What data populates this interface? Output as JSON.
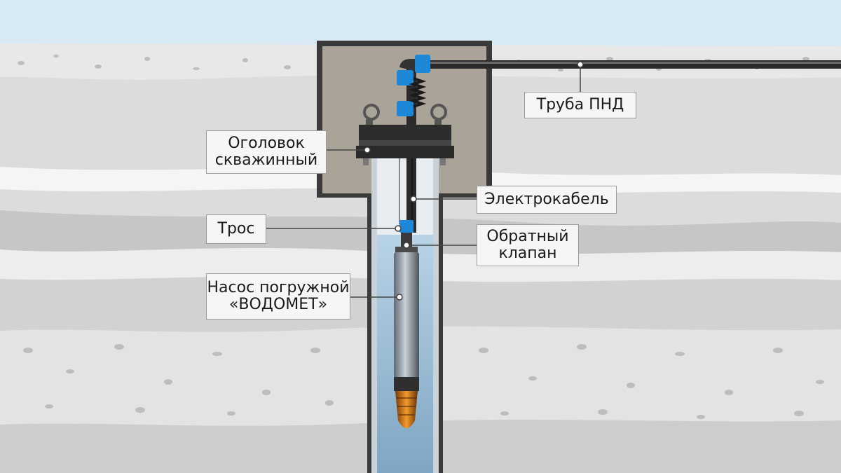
{
  "labels": {
    "pipe": "Труба ПНД",
    "wellhead": [
      "Оголовок",
      "скважинный"
    ],
    "cable": "Электрокабель",
    "rope": "Трос",
    "valve": [
      "Обратный",
      "клапан"
    ],
    "pump": [
      "Насос погружной",
      "«ВОДОМЕТ»"
    ]
  },
  "colors": {
    "sky": "#d7e9f2",
    "soil_light": "#e4e4e4",
    "soil_mid": "#cfcfcf",
    "soil_band": "#f3f3f3",
    "pit": "#aaa498",
    "water": "#9fc0d8",
    "fitting_blue": "#1e88d8",
    "pipe_dark": "#2b2b2b",
    "pump_body": "#8f9aa3",
    "pump_tip": "#e07a18"
  }
}
